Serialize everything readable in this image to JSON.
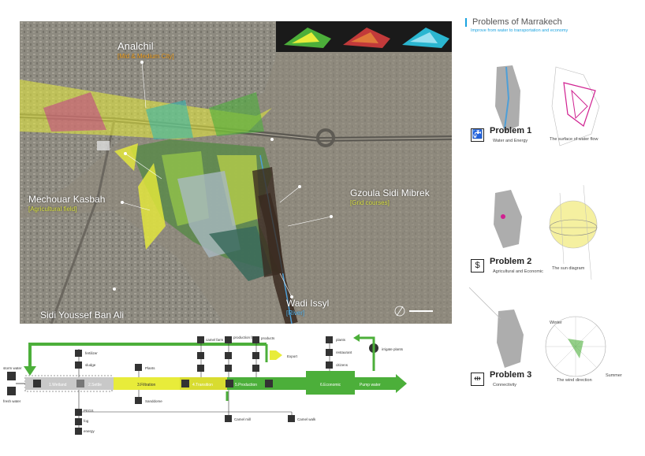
{
  "map": {
    "places": [
      {
        "name": "Analchil",
        "sub": "[Mid & Medium City]"
      },
      {
        "name": "Mechouar Kasbah",
        "sub": "[Agricultural field]"
      },
      {
        "name": "Gzoula Sidi Mibrek",
        "sub": "[Grid courses]"
      },
      {
        "name": "Wadi Issyl",
        "sub": "[River]"
      },
      {
        "name": "Sidi Youssef Ban Ali",
        "sub": ""
      }
    ]
  },
  "panel": {
    "title": "Problems of Marrakech",
    "subtitle": "Improve from water to transportation and economy",
    "problems": [
      {
        "title": "Problem 1",
        "sub": "Water and Energy",
        "caption": "The surface of water flow",
        "icon": "faucet-icon"
      },
      {
        "title": "Problem 2",
        "sub": "Agricultural and Economic",
        "caption": "The sun diagram",
        "icon": "dollar-icon"
      },
      {
        "title": "Problem 3",
        "sub": "Connectivity",
        "caption": "The wind direction",
        "icon": "connect-arrows-icon"
      }
    ],
    "winter": "Winter",
    "summer": "Summer"
  },
  "flow": {
    "inputs": {
      "storm": "storm water",
      "fresh": "fresh water"
    },
    "stages": [
      "1.Wetland",
      "2.Settle",
      "3.Filtration",
      "4.Transition",
      "5.Production",
      "6.Economic",
      "Pump water"
    ],
    "wetland_up": [
      "fertilizer",
      "sludge"
    ],
    "filtration_up": "Plants",
    "filtration_down": "Sanddome",
    "transition_up": "camel farm",
    "production_up": [
      "production farm",
      "products"
    ],
    "export": "Export",
    "economic_up": [
      "plants",
      "restaurant",
      "citizens"
    ],
    "irrigate": "irrigate plants",
    "down_left": [
      "PEGS",
      "fog",
      "energy"
    ],
    "down_mid": [
      "Camel mill",
      "Camel walk"
    ]
  },
  "colors": {
    "green": "#4caf3a",
    "yellow": "#e8ec3a",
    "blue": "#1aa3e0",
    "dark": "#333333"
  }
}
